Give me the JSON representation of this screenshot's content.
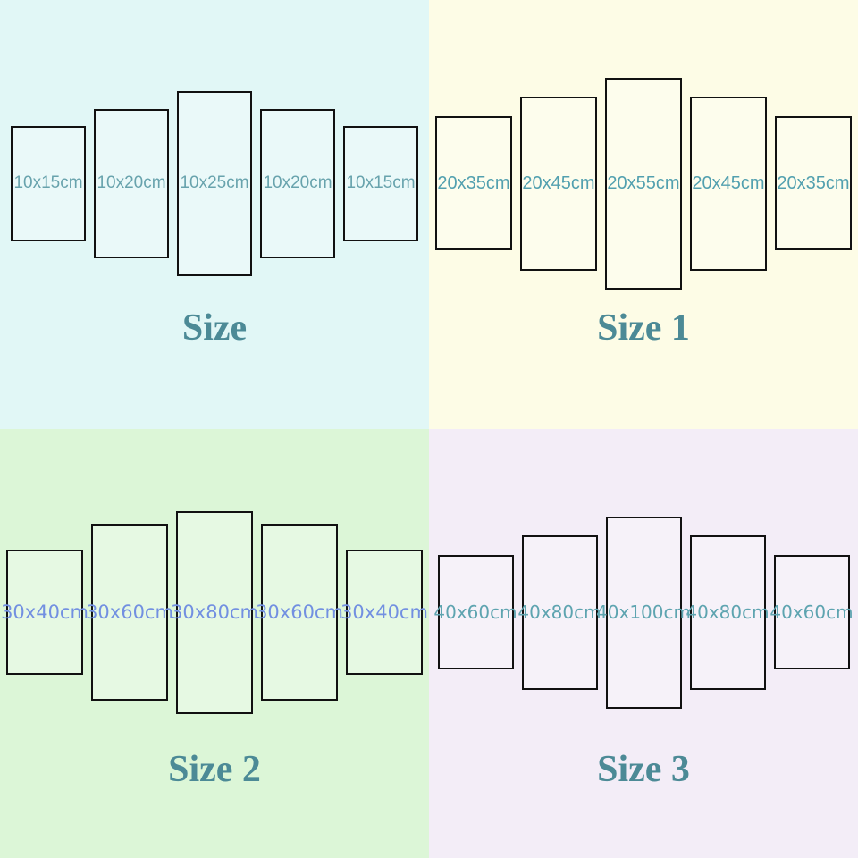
{
  "quadrants": [
    {
      "title": "Size",
      "colors": {
        "background": "#e1f7f6",
        "label_text": "#68a3ad",
        "title_text": "#4c8a96",
        "panel_border": "#111111"
      },
      "panels": [
        {
          "label": "10x15cm",
          "width_cm": 10,
          "height_cm": 15
        },
        {
          "label": "10x20cm",
          "width_cm": 10,
          "height_cm": 20
        },
        {
          "label": "10x25cm",
          "width_cm": 10,
          "height_cm": 25
        },
        {
          "label": "10x20cm",
          "width_cm": 10,
          "height_cm": 20
        },
        {
          "label": "10x15cm",
          "width_cm": 10,
          "height_cm": 15
        }
      ]
    },
    {
      "title": "Size 1",
      "colors": {
        "background": "#fdfce6",
        "label_text": "#52a0af",
        "title_text": "#4c8a96",
        "panel_border": "#111111"
      },
      "panels": [
        {
          "label": "20x35cm",
          "width_cm": 20,
          "height_cm": 35
        },
        {
          "label": "20x45cm",
          "width_cm": 20,
          "height_cm": 45
        },
        {
          "label": "20x55cm",
          "width_cm": 20,
          "height_cm": 55
        },
        {
          "label": "20x45cm",
          "width_cm": 20,
          "height_cm": 45
        },
        {
          "label": "20x35cm",
          "width_cm": 20,
          "height_cm": 35
        }
      ]
    },
    {
      "title": "Size 2",
      "colors": {
        "background": "#dcf6d7",
        "label_text": "#7290e1",
        "title_text": "#4c8a96",
        "panel_border": "#111111"
      },
      "panels": [
        {
          "label": "30x40cm",
          "width_cm": 30,
          "height_cm": 40
        },
        {
          "label": "30x60cm",
          "width_cm": 30,
          "height_cm": 60
        },
        {
          "label": "30x80cm",
          "width_cm": 30,
          "height_cm": 80
        },
        {
          "label": "30x60cm",
          "width_cm": 30,
          "height_cm": 60
        },
        {
          "label": "30x40cm",
          "width_cm": 30,
          "height_cm": 40
        }
      ]
    },
    {
      "title": "Size 3",
      "colors": {
        "background": "#f3edf7",
        "label_text": "#5ea4b0",
        "title_text": "#4c8a96",
        "panel_border": "#111111"
      },
      "panels": [
        {
          "label": "40x60cm",
          "width_cm": 40,
          "height_cm": 60
        },
        {
          "label": "40x80cm",
          "width_cm": 40,
          "height_cm": 80
        },
        {
          "label": "40x100cm",
          "width_cm": 40,
          "height_cm": 100
        },
        {
          "label": "40x80cm",
          "width_cm": 40,
          "height_cm": 80
        },
        {
          "label": "40x60cm",
          "width_cm": 40,
          "height_cm": 60
        }
      ]
    }
  ]
}
